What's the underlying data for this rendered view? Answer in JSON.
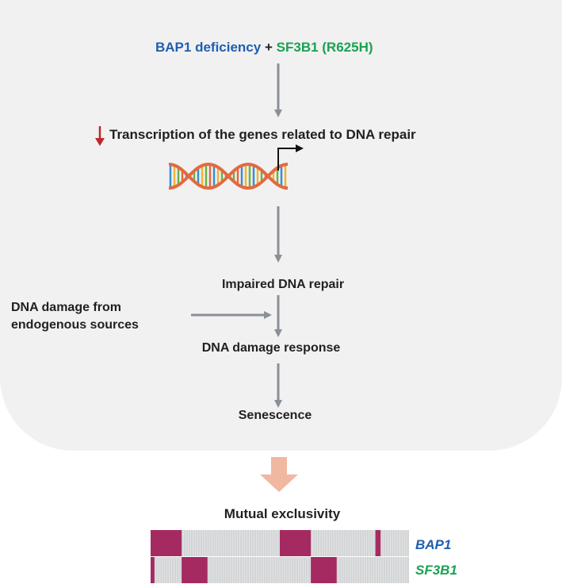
{
  "title": {
    "gene_a": "BAP1 deficiency",
    "plus": "+",
    "gene_b": "SF3B1 (R625H)"
  },
  "colors": {
    "blue": "#1f5fae",
    "green": "#1aa152",
    "arrow_gray": "#8a9095",
    "red_arrow": "#c1272d",
    "panel_bg": "#f1f1f2",
    "big_arrow": "#f1b7a0",
    "altered": "#a52a62",
    "unaltered": "#d2d4d6"
  },
  "steps": {
    "transcription": "Transcription of the genes related to DNA repair",
    "impaired": "Impaired DNA repair",
    "damage_source_line1": "DNA damage from",
    "damage_source_line2": "endogenous sources",
    "response": "DNA damage response",
    "senescence": "Senescence"
  },
  "exclusivity": {
    "title": "Mutual exclusivity",
    "rows": [
      {
        "gene": "BAP1",
        "color": "#1f5fae",
        "altered_fraction_ranges": [
          [
            0.0,
            0.12
          ],
          [
            0.5,
            0.62
          ],
          [
            0.87,
            0.89
          ]
        ]
      },
      {
        "gene": "SF3B1",
        "color": "#1aa152",
        "altered_fraction_ranges": [
          [
            0.0,
            0.015
          ],
          [
            0.12,
            0.22
          ],
          [
            0.62,
            0.72
          ]
        ]
      }
    ]
  }
}
